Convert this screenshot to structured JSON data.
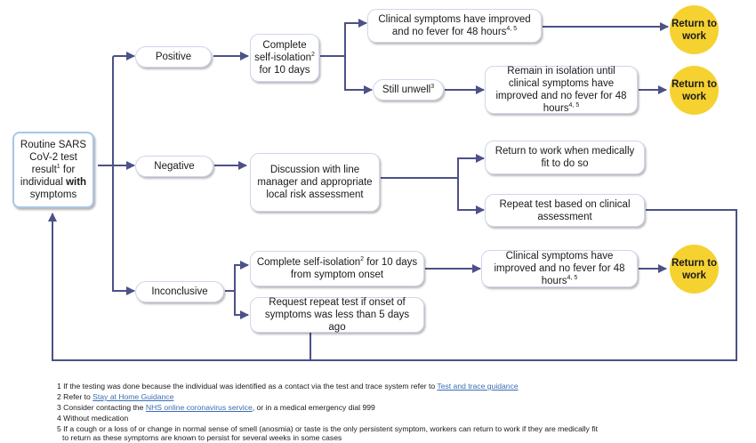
{
  "colors": {
    "connector": "#4c5188",
    "node_border": "#cfd6ea",
    "start_border": "#a8c6e6",
    "return_fill": "#f6d231",
    "link": "#3b6db5"
  },
  "nodes": {
    "start": {
      "pre": "Routine SARS CoV-2 test result",
      "sup": "1",
      "mid": " for individual ",
      "bold": "with",
      "post": " symptoms"
    },
    "positive": "Positive",
    "negative": "Negative",
    "inconclusive": "Inconclusive",
    "self_isolation": {
      "pre": "Complete self-isolation",
      "sup": "2",
      "post": " for 10 days"
    },
    "improved_top": {
      "text": "Clinical symptoms have improved and no fever for 48 hours",
      "sup": "4, 5"
    },
    "still_unwell": {
      "text": "Still unwell",
      "sup": "3"
    },
    "remain_isolation": {
      "text": "Remain in isolation until clinical symptoms have improved and no fever for 48 hours",
      "sup": "4, 5"
    },
    "discussion": "Discussion with line manager and appropriate local risk assessment",
    "return_when_fit": "Return to work when medically fit to do so",
    "repeat_test_clinical": "Repeat test based on clinical assessment",
    "isolation_onset": {
      "pre": "Complete self-isolation",
      "sup": "2",
      "post": " for 10 days from symptom onset"
    },
    "improved_bottom": {
      "text": "Clinical symptoms have improved and no fever for 48 hours",
      "sup": "4, 5"
    },
    "request_repeat": "Request repeat test if onset of symptoms was less than 5 days ago",
    "return_to_work": "Return to work"
  },
  "footnotes": [
    {
      "num": "1",
      "text": "If the testing was done because the individual was identified as a contact via the test and trace system refer to ",
      "link": "Test and trace guidance",
      "after": ""
    },
    {
      "num": "2",
      "text": "Refer to ",
      "link": "Stay at Home Guidance",
      "after": ""
    },
    {
      "num": "3",
      "text": "Consider contacting the ",
      "link": "NHS online coronavirus service",
      "after": ", or in a medical emergency dial 999"
    },
    {
      "num": "4",
      "text": "Without medication",
      "link": "",
      "after": ""
    },
    {
      "num": "5",
      "text": "If a cough or a loss of or change in normal sense of smell (anosmia) or taste is the only persistent symptom, workers can return to work if they are medically fit",
      "link": "",
      "after": "",
      "line2": "to return as these symptoms are known to persist for several weeks in some cases"
    }
  ]
}
